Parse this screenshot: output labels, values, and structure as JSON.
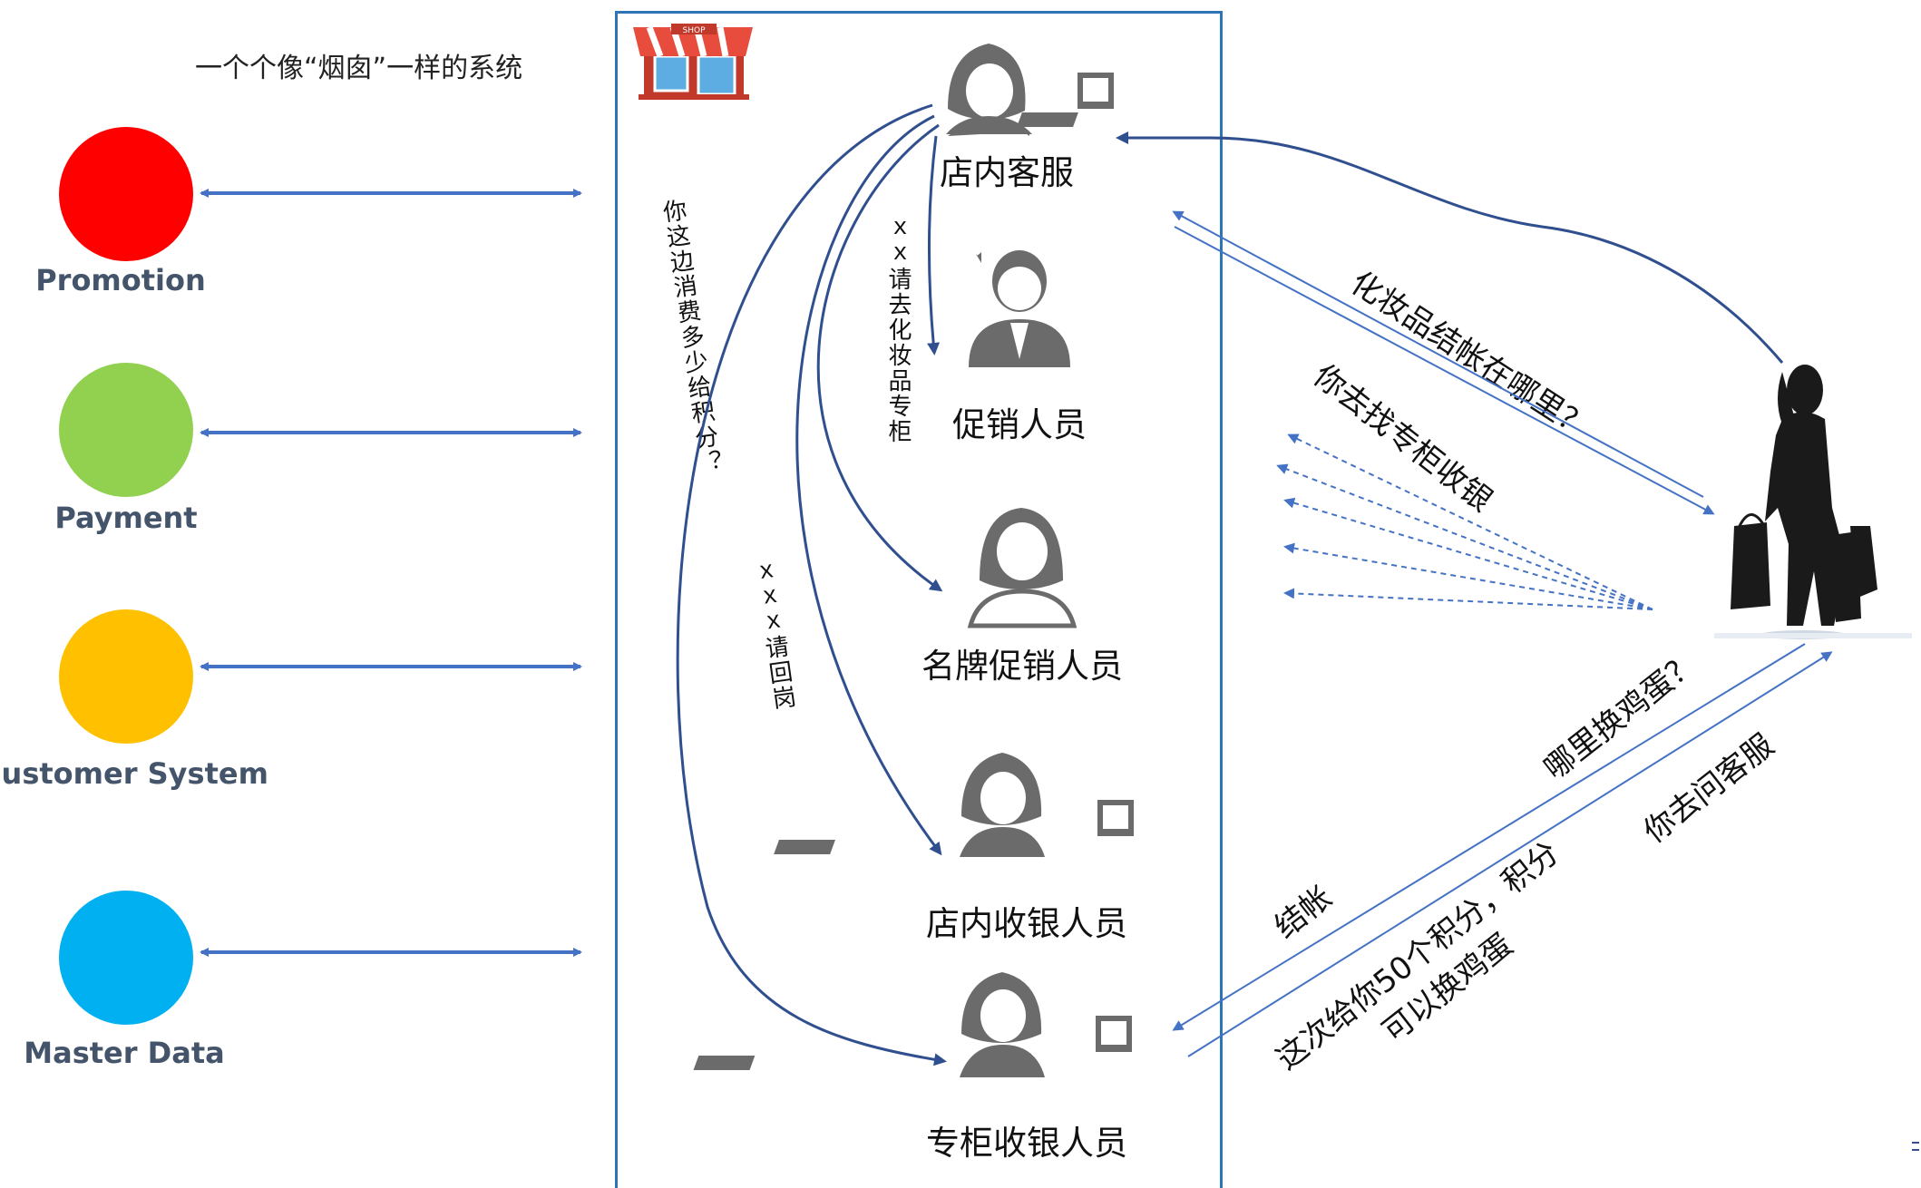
{
  "title": "一个个像“烟囱”一样的系统",
  "systems": [
    {
      "label": "Promotion",
      "color": "#ff0000"
    },
    {
      "label": "Payment",
      "color": "#92d050"
    },
    {
      "label": "Customer System",
      "color": "#ffc000"
    },
    {
      "label": "Master Data",
      "color": "#00b0f0"
    }
  ],
  "store_icon_text": "SHOP",
  "roles": {
    "service": "店内客服",
    "promoter": "促销人员",
    "brand_promoter": "名牌促销人员",
    "store_cashier": "店内收银人员",
    "counter_cashier": "专柜收银人员"
  },
  "internal_messages": {
    "points_question": "你这边消费多少给积分？",
    "go_cosmetics": "ｘｘ请去化妆品专柜",
    "return_post": "ｘｘｘ请回岗"
  },
  "customer_messages": {
    "where_checkout": "化妆品结帐在哪里？",
    "find_cashier": "你去找专柜收银",
    "where_eggs": "哪里换鸡蛋？",
    "ask_service": "你去问客服",
    "checkout": "结帐",
    "points_line1": "这次给你50个积分，积分",
    "points_line2": "可以换鸡蛋"
  },
  "colors": {
    "arrow": "#4472c4",
    "curve": "#2f4f8f",
    "person": "#6b6b6b",
    "store_border": "#2e75b6"
  }
}
